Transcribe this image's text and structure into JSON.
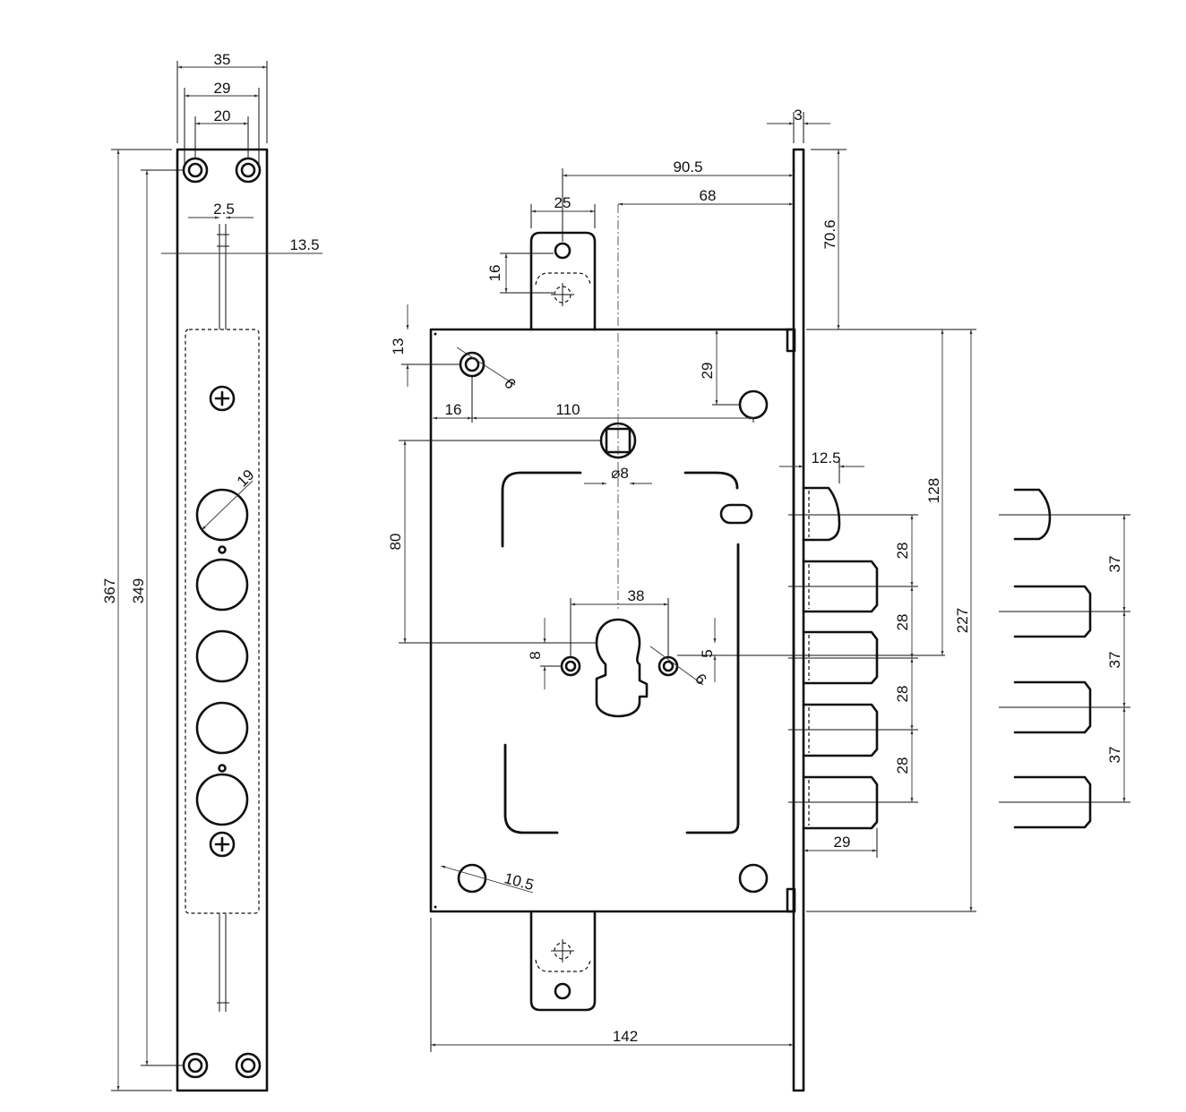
{
  "dimensions": {
    "face_width": "35",
    "face_hole_span": "29",
    "face_inner": "20",
    "face_slot": "2.5",
    "face_offset": "13.5",
    "face_length": "367",
    "face_hole_pitch": "349",
    "bolt_diameter": "19",
    "backset_total": "90.5",
    "backset": "68",
    "rod_width": "25",
    "rod_hole": "16",
    "plate_thickness": "3",
    "top_rod_height": "70.6",
    "corner_offset_v": "13",
    "corner_offset_h": "16",
    "corner_hole_dia": "6",
    "fixing_span": "110",
    "fixing_offset_v": "29",
    "spindle": "⌀8",
    "spindle_to_cylinder": "80",
    "cylinder_fixing_span": "38",
    "cylinder_fix_v": "8",
    "cylinder_fix_dia": "6",
    "cylinder_offset": "5",
    "latch_offset": "12.5",
    "latch_to_bolt": "128",
    "case_height": "227",
    "bolt_pitch_1": "28",
    "bolt_pitch_2": "28",
    "bolt_pitch_3": "28",
    "bolt_pitch_4": "28",
    "bolt_throw": "29",
    "lower_hole_dia": "10.5",
    "case_width": "142",
    "bolt_spacing_1": "37",
    "bolt_spacing_2": "37",
    "bolt_spacing_3": "37"
  }
}
